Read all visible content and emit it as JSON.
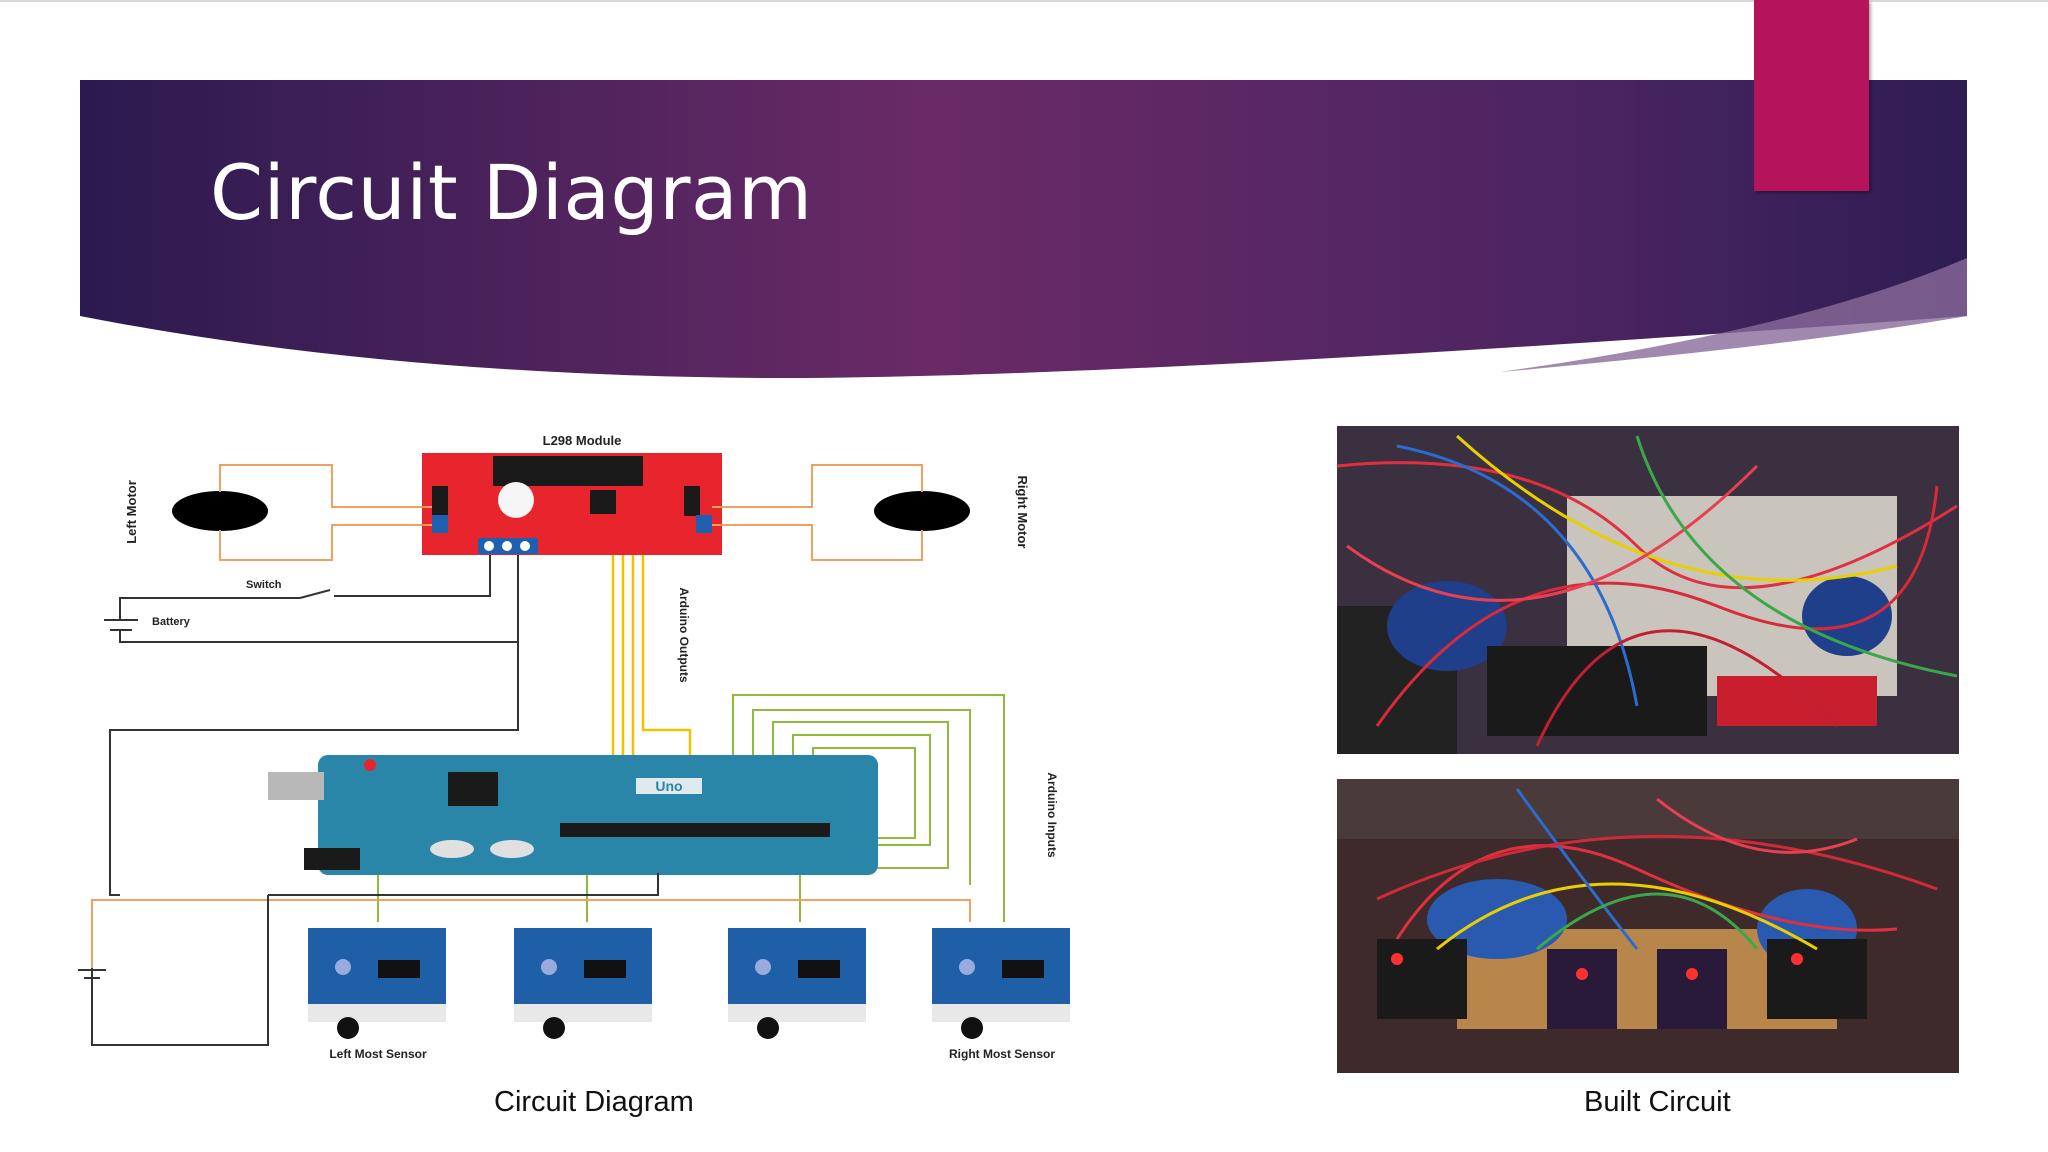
{
  "slide": {
    "title": "Circuit Diagram",
    "accent_color": "#b5135c",
    "header_gradient": [
      "#2e1a52",
      "#6b2a66"
    ]
  },
  "diagram": {
    "module_label": "L298 Module",
    "left_motor_label": "Left Motor",
    "right_motor_label": "Right Motor",
    "switch_label": "Switch",
    "battery_label": "Battery",
    "arduino_outputs_label": "Arduino Outputs",
    "arduino_inputs_label": "Arduino Inputs",
    "board_label": "Uno",
    "left_sensor_label": "Left Most Sensor",
    "right_sensor_label": "Right Most Sensor",
    "caption": "Circuit Diagram"
  },
  "photos": {
    "caption": "Built Circuit"
  }
}
